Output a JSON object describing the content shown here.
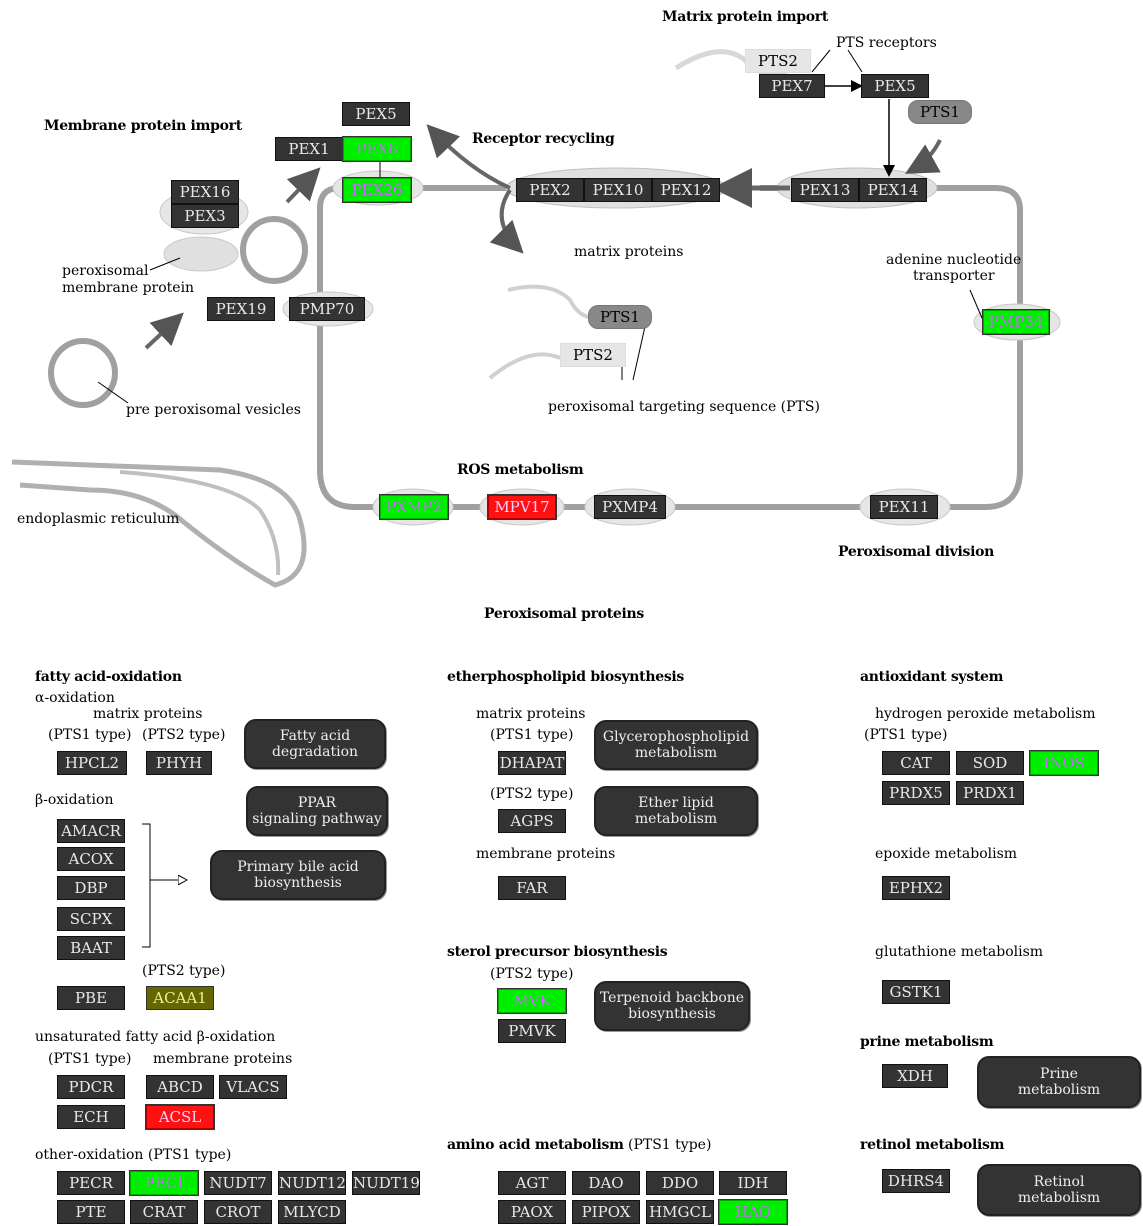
{
  "top": {
    "matrix_protein_import": "Matrix protein import",
    "pts_receptors": "PTS receptors",
    "membrane_protein_import": "Membrane protein import",
    "receptor_recycling": "Receptor recycling",
    "matrix_proteins": "matrix proteins",
    "adenine_line1": "adenine nucleotide",
    "adenine_line2": "transporter",
    "peroxisomal_line1": "peroxisomal",
    "peroxisomal_line2": "membrane protein",
    "pre_vesicles": "pre peroxisomal vesicles",
    "pts_sequence": "peroxisomal targeting sequence (PTS)",
    "ros_metabolism": "ROS metabolism",
    "endoplasmic_reticulum": "endoplasmic reticulum",
    "peroxisomal_division": "Peroxisomal division",
    "peroxisomal_proteins": "Peroxisomal proteins"
  },
  "top_genes": {
    "pex5_top": "PEX5",
    "pex1": "PEX1",
    "pex6": "PEX6",
    "pex26": "PEX26",
    "pex16": "PEX16",
    "pex3": "PEX3",
    "pex19": "PEX19",
    "pmp70": "PMP70",
    "pex2": "PEX2",
    "pex10": "PEX10",
    "pex12": "PEX12",
    "pex13": "PEX13",
    "pex14": "PEX14",
    "pts2_a": "PTS2",
    "pex7": "PEX7",
    "pex5_b": "PEX5",
    "pts1_a": "PTS1",
    "pts1_b": "PTS1",
    "pts2_b": "PTS2",
    "pmp34": "PMP34",
    "pxmp2": "PXMP2",
    "mpv17": "MPV17",
    "pxmp4": "PXMP4",
    "pex11": "PEX11"
  },
  "fatty": {
    "title": "fatty acid-oxidation",
    "alpha": "α-oxidation",
    "matrix_proteins": "matrix proteins",
    "pts1_type": "(PTS1 type)",
    "pts2_type": "(PTS2 type)",
    "beta": "β-oxidation",
    "pts2_type_b": "(PTS2 type)",
    "unsat": "unsaturated fatty acid β-oxidation",
    "pts1_type_b": "(PTS1 type)",
    "membrane_proteins": "membrane proteins",
    "other": "other-oxidation (PTS1 type)",
    "genes": {
      "hpcl2": "HPCL2",
      "phyh": "PHYH",
      "amacr": "AMACR",
      "acox": "ACOX",
      "dbp": "DBP",
      "scpx": "SCPX",
      "baat": "BAAT",
      "pbe": "PBE",
      "acaa1": "ACAA1",
      "pdcr": "PDCR",
      "abcd": "ABCD",
      "vlacs": "VLACS",
      "ech": "ECH",
      "acsl": "ACSL",
      "pecr": "PECR",
      "peci": "PECI",
      "nudt7": "NUDT7",
      "nudt12": "NUDT12",
      "nudt19": "NUDT19",
      "pte": "PTE",
      "crat": "CRAT",
      "crot": "CROT",
      "mlycd": "MLYCD"
    },
    "pathways": {
      "fa_deg_1": "Fatty acid",
      "fa_deg_2": "degradation",
      "ppar_1": "PPAR",
      "ppar_2": "signaling pathway",
      "bile_1": "Primary bile acid",
      "bile_2": "biosynthesis"
    }
  },
  "ether": {
    "title": "etherphospholipid biosynthesis",
    "matrix_proteins": "matrix proteins",
    "pts1_type": "(PTS1 type)",
    "pts2_type": "(PTS2 type)",
    "membrane_proteins": "membrane proteins",
    "genes": {
      "dhapat": "DHAPAT",
      "agps": "AGPS",
      "far": "FAR"
    },
    "pathways": {
      "glyc_1": "Glycerophospholipid",
      "glyc_2": "metabolism",
      "ether_1": "Ether lipid",
      "ether_2": "metabolism"
    }
  },
  "sterol": {
    "title": "sterol precursor biosynthesis",
    "pts2_type": "(PTS2 type)",
    "genes": {
      "mvk": "MVK",
      "pmvk": "PMVK"
    },
    "pathways": {
      "terp_1": "Terpenoid backbone",
      "terp_2": "biosynthesis"
    }
  },
  "amino": {
    "title": "amino acid metabolism",
    "pts1_type": "(PTS1 type)",
    "genes": {
      "agt": "AGT",
      "dao": "DAO",
      "ddo": "DDO",
      "idh": "IDH",
      "paox": "PAOX",
      "pipox": "PIPOX",
      "hmgcl": "HMGCL",
      "hao": "HAO"
    }
  },
  "antiox": {
    "title": "antioxidant system",
    "h2o2": "hydrogen peroxide metabolism",
    "pts1_type": "(PTS1 type)",
    "epoxide": "epoxide metabolism",
    "glutathione": "glutathione metabolism",
    "genes": {
      "cat": "CAT",
      "sod": "SOD",
      "inos": "INOS",
      "prdx5": "PRDX5",
      "prdx1": "PRDX1",
      "ephx2": "EPHX2",
      "gstk1": "GSTK1"
    }
  },
  "prine": {
    "title": "prine metabolism",
    "genes": {
      "xdh": "XDH"
    },
    "pathways": {
      "prine_1": "Prine",
      "prine_2": "metabolism"
    }
  },
  "retinol": {
    "title": "retinol metabolism",
    "genes": {
      "dhrs4": "DHRS4"
    },
    "pathways": {
      "ret_1": "Retinol",
      "ret_2": "metabolism"
    }
  },
  "colors": {
    "default_gene": "#333333",
    "up": "#00ee00",
    "down": "#ff1111",
    "olive": "#666600",
    "membrane": "#999999"
  }
}
